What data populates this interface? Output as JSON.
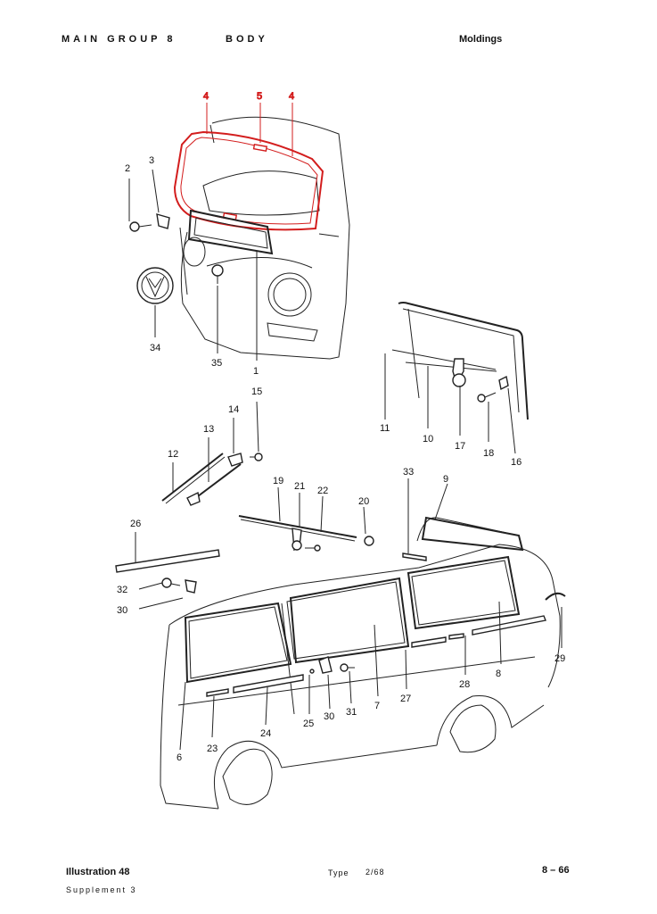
{
  "header": {
    "group": "MAIN GROUP 8",
    "section": "BODY",
    "title": "Moldings"
  },
  "footer": {
    "illustration": "Illustration 48",
    "supplement": "Supplement 3",
    "type_label": "Type",
    "date": "2/68",
    "page": "8 – 66"
  },
  "callouts": {
    "c4a": "4",
    "c5": "5",
    "c4b": "4",
    "c2": "2",
    "c3": "3",
    "c34": "34",
    "c35": "35",
    "c1": "1",
    "c11": "11",
    "c10": "10",
    "c17": "17",
    "c18": "18",
    "c16": "16",
    "c15": "15",
    "c14": "14",
    "c13": "13",
    "c12": "12",
    "c19": "19",
    "c21": "21",
    "c22": "22",
    "c20": "20",
    "c33": "33",
    "c9": "9",
    "c26": "26",
    "c32": "32",
    "c30a": "30",
    "c29": "29",
    "c8": "8",
    "c28": "28",
    "c27": "27",
    "c7": "7",
    "c31": "31",
    "c30b": "30",
    "c25": "25",
    "c24": "24",
    "c23": "23",
    "c6": "6"
  },
  "colors": {
    "highlight": "#d31d1d",
    "ink": "#222222"
  }
}
